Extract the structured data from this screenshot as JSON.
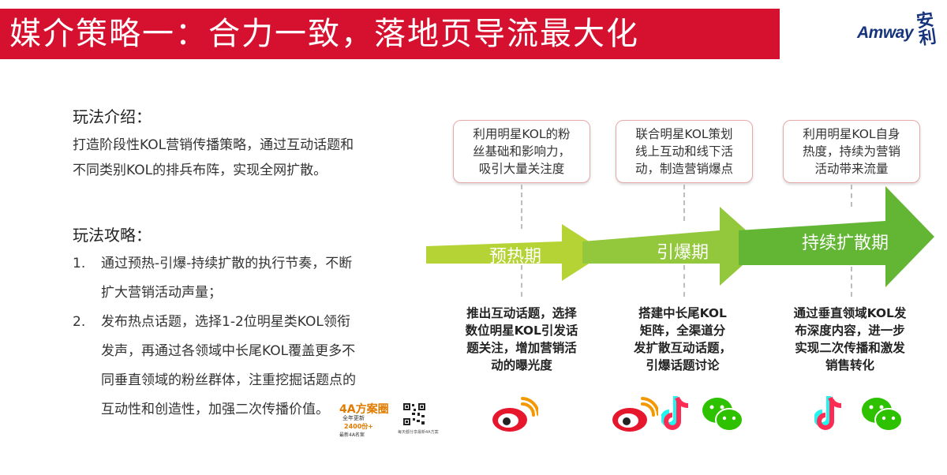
{
  "header": {
    "title": "媒介策略一：合力一致，落地页导流最大化",
    "bar_color": "#d6112f",
    "logo": {
      "word": "Amway",
      "cn_mark": "安利",
      "color": "#16347c"
    }
  },
  "intro": {
    "heading": "玩法介绍：",
    "lines": [
      "打造阶段性KOL营销传播策略，通过互动话题和",
      "不同类别KOL的排兵布阵，实现全网扩散。"
    ]
  },
  "strategy": {
    "heading": "玩法攻略：",
    "items": [
      {
        "num": "1.",
        "lines": [
          "通过预热-引爆-持续扩散的执行节奏，不断",
          "扩大营销活动声量；"
        ]
      },
      {
        "num": "2.",
        "lines": [
          "发布热点话题，选择1-2位明星类KOL领衔",
          "发声，再通过各领域中长尾KOL覆盖更多不",
          "同垂直领域的粉丝群体，注重挖掘话题点的",
          "互动性和创造性，加强二次传播价值。"
        ]
      }
    ]
  },
  "phases": [
    {
      "label": "预热期",
      "color": "#b2d235",
      "callout": [
        "利用明星KOL的粉",
        "丝基础和影响力，",
        "吸引大量关注度"
      ],
      "desc": [
        "推出互动话题，选择",
        "数位明星KOL引发话",
        "题关注，增加营销活",
        "动的曝光度"
      ],
      "icons": [
        "weibo-icon"
      ]
    },
    {
      "label": "引爆期",
      "color": "#8cc63f",
      "callout": [
        "联合明星KOL策划",
        "线上互动和线下活",
        "动，制造营销爆点"
      ],
      "desc": [
        "搭建中长尾KOL",
        "矩阵，全渠道分",
        "发扩散互动话题，",
        "引爆话题讨论"
      ],
      "icons": [
        "weibo-icon",
        "douyin-icon",
        "wechat-icon"
      ]
    },
    {
      "label": "持续扩散期",
      "color": "#5cb531",
      "callout": [
        "利用明星KOL自身",
        "热度，持续为营销",
        "活动带来流量"
      ],
      "desc": [
        "通过垂直领域KOL发",
        "布深度内容，进一步",
        "实现二次传播和激发",
        "销售转化"
      ],
      "icons": [
        "douyin-icon",
        "wechat-icon"
      ]
    }
  ],
  "watermark": {
    "line1": "4A方案圈",
    "line2": "全年更新",
    "line3": "2400份+",
    "line4": "最新4A名案",
    "qr_caption": "每天都分享最新4A方案"
  }
}
